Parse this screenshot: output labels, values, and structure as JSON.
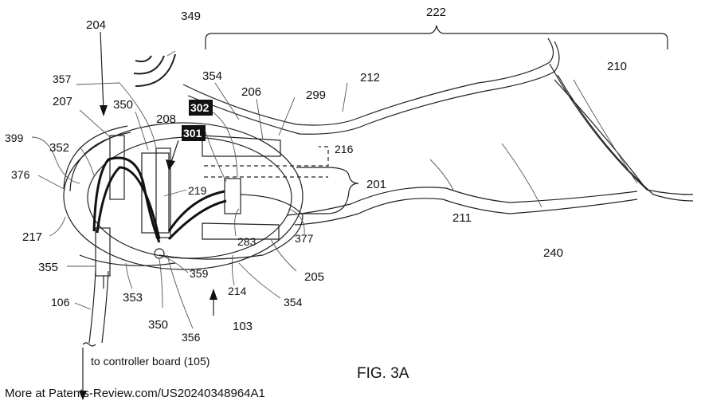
{
  "figure": {
    "caption": "FIG. 3A",
    "footer_text": "More at Patents-Review.com/US20240348964A1",
    "controller_label": "to controller board (105)",
    "labels": {
      "l222": "222",
      "l349": "349",
      "l204": "204",
      "l210": "210",
      "l212": "212",
      "l354a": "354",
      "l206": "206",
      "l299": "299",
      "l357": "357",
      "l207": "207",
      "l350a": "350",
      "l208": "208",
      "l302": "302",
      "l301": "301",
      "l216": "216",
      "l399": "399",
      "l352": "352",
      "l376": "376",
      "l219": "219",
      "l201": "201",
      "l211": "211",
      "l240": "240",
      "l217": "217",
      "l283": "283",
      "l377": "377",
      "l355": "355",
      "l359": "359",
      "l214": "214",
      "l205": "205",
      "l353": "353",
      "l354b": "354",
      "l106": "106",
      "l350b": "350",
      "l356": "356",
      "l103": "103"
    }
  }
}
